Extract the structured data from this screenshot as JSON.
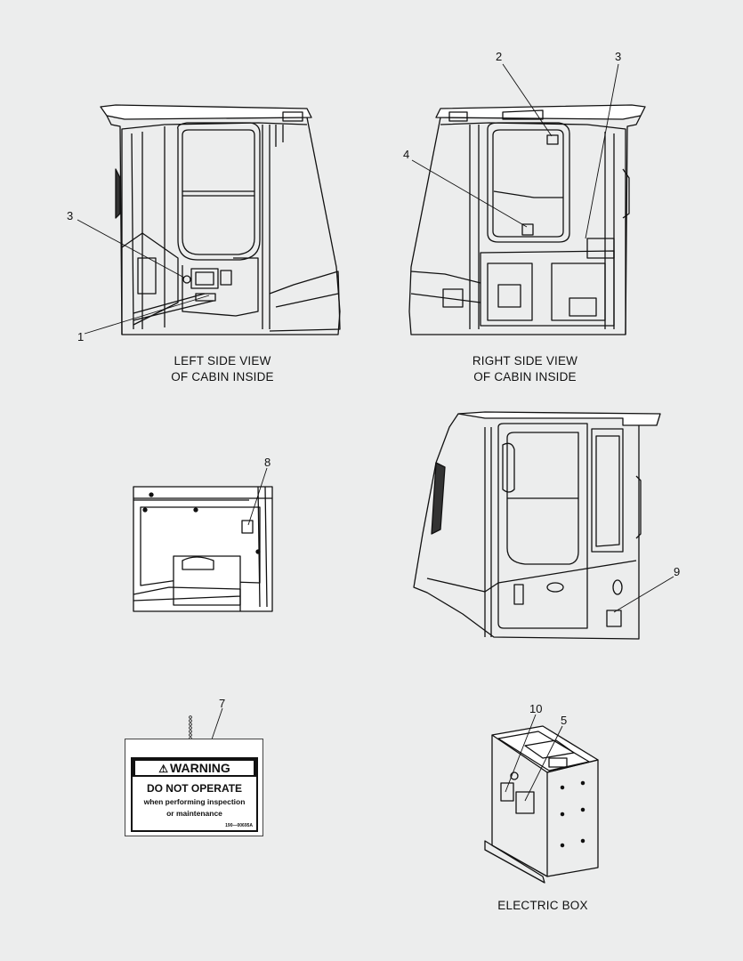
{
  "captions": {
    "left_view": [
      "LEFT SIDE VIEW",
      "OF CABIN INSIDE"
    ],
    "right_view": [
      "RIGHT SIDE VIEW",
      "OF CABIN INSIDE"
    ],
    "electric_box": "ELECTRIC BOX"
  },
  "callouts": {
    "c1": "1",
    "c2": "2",
    "c3a": "3",
    "c3b": "3",
    "c4": "4",
    "c5": "5",
    "c7": "7",
    "c8": "8",
    "c9": "9",
    "c10": "10"
  },
  "warning_label": {
    "header": "WARNING",
    "line1": "DO NOT OPERATE",
    "line2": "when performing inspection",
    "line3": "or maintenance",
    "code": "190—00695A"
  }
}
